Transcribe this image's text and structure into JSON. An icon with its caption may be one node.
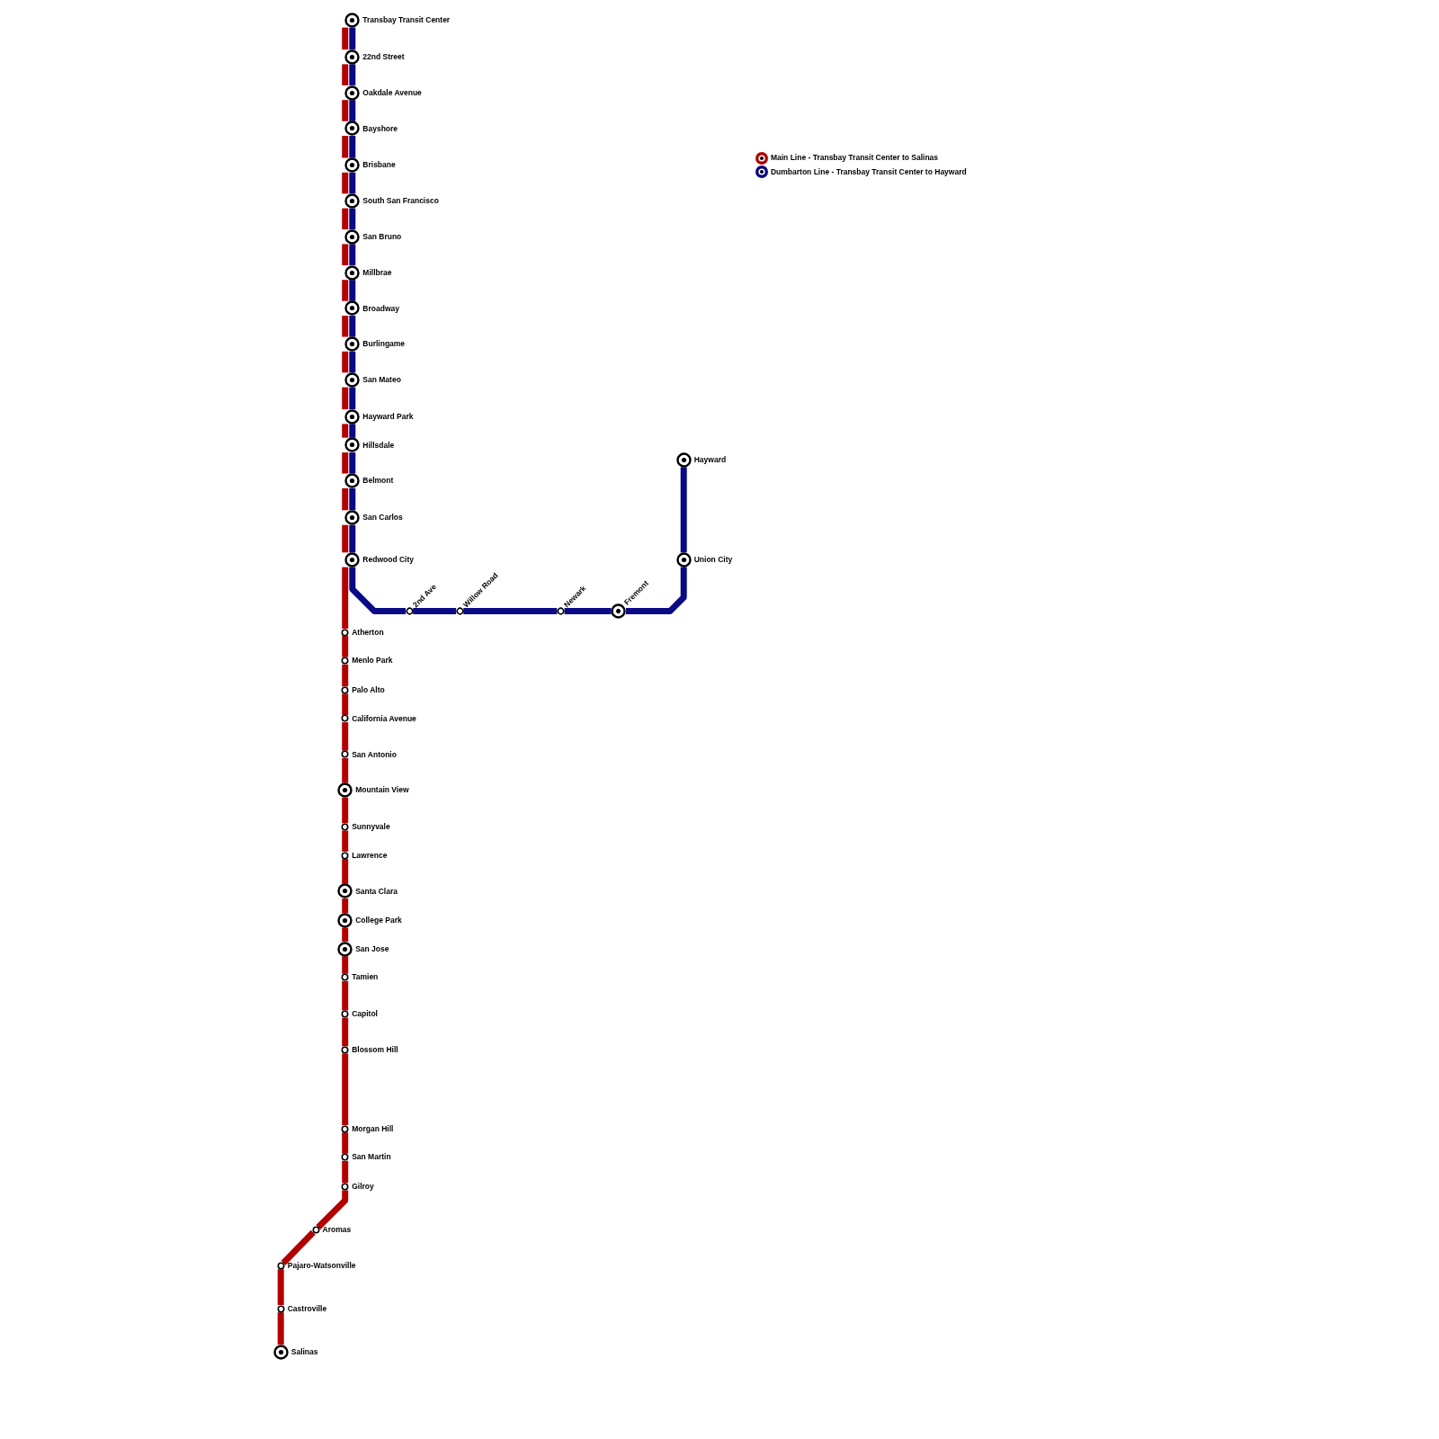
{
  "diagram": {
    "nodes": [
      {
        "text": [
          "Transbay Transit Center"
        ]
      },
      {
        "text": [
          "22nd Street"
        ]
      },
      {
        "text": [
          "Oakdale Avenue"
        ]
      },
      {
        "text": [
          "Bayshore"
        ]
      },
      {
        "text": [
          "Brisbane"
        ]
      },
      {
        "text": [
          "South San Francisco"
        ]
      },
      {
        "text": [
          "San Bruno"
        ]
      },
      {
        "text": [
          "Millbrae"
        ]
      },
      {
        "text": [
          "Broadway"
        ]
      },
      {
        "text": [
          "Burlingame"
        ]
      },
      {
        "text": [
          "San Mateo"
        ]
      },
      {
        "text": [
          "Hayward Park"
        ]
      },
      {
        "text": [
          "Hillsdale"
        ]
      },
      {
        "text": [
          "Belmont"
        ]
      },
      {
        "text": [
          "San Carlos"
        ]
      },
      {
        "text": [
          "Redwood City"
        ]
      },
      {
        "text": [
          "2nd Ave"
        ]
      },
      {
        "text": [
          "Willow Road"
        ]
      },
      {
        "text": [
          "Newark"
        ]
      },
      {
        "text": [
          "Fremont"
        ]
      },
      {
        "text": [
          "Union City"
        ]
      },
      {
        "text": [
          "Hayward"
        ]
      },
      {
        "text": [
          "Atherton"
        ]
      },
      {
        "text": [
          "Menlo Park"
        ]
      },
      {
        "text": [
          "Palo Alto"
        ]
      },
      {
        "text": [
          "California Avenue"
        ]
      },
      {
        "text": [
          "San Antonio"
        ]
      },
      {
        "text": [
          "Mountain View"
        ]
      },
      {
        "text": [
          "Sunnyvale"
        ]
      },
      {
        "text": [
          "Lawrence"
        ]
      },
      {
        "text": [
          "Santa Clara"
        ]
      },
      {
        "text": [
          "College Park"
        ]
      },
      {
        "text": [
          "San Jose"
        ]
      },
      {
        "text": [
          "Tamien"
        ]
      },
      {
        "text": [
          "Capitol"
        ]
      },
      {
        "text": [
          "Blossom Hill"
        ]
      },
      {
        "text": [
          "Morgan Hill"
        ]
      },
      {
        "text": [
          "San Martin"
        ]
      },
      {
        "text": [
          "Gilroy"
        ]
      },
      {
        "text": [
          "Aromas"
        ]
      },
      {
        "text": [
          "Pajaro-Watsonville"
        ]
      },
      {
        "text": [
          "Castroville"
        ]
      },
      {
        "text": [
          "Salinas"
        ]
      }
    ],
    "edges": [
      {
        "from": 0,
        "to": 1,
        "arrow": "none"
      },
      {
        "from": 1,
        "to": 2,
        "arrow": "none"
      },
      {
        "from": 2,
        "to": 3,
        "arrow": "none"
      },
      {
        "from": 3,
        "to": 4,
        "arrow": "none"
      },
      {
        "from": 4,
        "to": 5,
        "arrow": "none"
      },
      {
        "from": 5,
        "to": 6,
        "arrow": "none"
      },
      {
        "from": 6,
        "to": 7,
        "arrow": "none"
      },
      {
        "from": 7,
        "to": 8,
        "arrow": "none"
      },
      {
        "from": 8,
        "to": 9,
        "arrow": "none"
      },
      {
        "from": 9,
        "to": 10,
        "arrow": "none"
      },
      {
        "from": 10,
        "to": 11,
        "arrow": "none"
      },
      {
        "from": 11,
        "to": 12,
        "arrow": "none"
      },
      {
        "from": 12,
        "to": 13,
        "arrow": "none"
      },
      {
        "from": 13,
        "to": 14,
        "arrow": "none"
      },
      {
        "from": 14,
        "to": 15,
        "arrow": "none"
      },
      {
        "from": 15,
        "to": 22,
        "arrow": "none"
      },
      {
        "from": 22,
        "to": 23,
        "arrow": "none"
      },
      {
        "from": 23,
        "to": 24,
        "arrow": "none"
      },
      {
        "from": 24,
        "to": 25,
        "arrow": "none"
      },
      {
        "from": 25,
        "to": 26,
        "arrow": "none"
      },
      {
        "from": 26,
        "to": 27,
        "arrow": "none"
      },
      {
        "from": 27,
        "to": 28,
        "arrow": "none"
      },
      {
        "from": 28,
        "to": 29,
        "arrow": "none"
      },
      {
        "from": 29,
        "to": 30,
        "arrow": "none"
      },
      {
        "from": 30,
        "to": 31,
        "arrow": "none"
      },
      {
        "from": 31,
        "to": 32,
        "arrow": "none"
      },
      {
        "from": 32,
        "to": 33,
        "arrow": "none"
      },
      {
        "from": 33,
        "to": 34,
        "arrow": "none"
      },
      {
        "from": 34,
        "to": 35,
        "arrow": "none"
      },
      {
        "from": 35,
        "to": 36,
        "arrow": "none"
      },
      {
        "from": 36,
        "to": 37,
        "arrow": "none"
      },
      {
        "from": 37,
        "to": 38,
        "arrow": "none"
      },
      {
        "from": 38,
        "to": 39,
        "arrow": "none"
      },
      {
        "from": 39,
        "to": 40,
        "arrow": "none"
      },
      {
        "from": 40,
        "to": 41,
        "arrow": "none"
      },
      {
        "from": 41,
        "to": 42,
        "arrow": "none"
      },
      {
        "from": 0,
        "to": 1,
        "arrow": "none",
        "color": "#0a0a85"
      },
      {
        "from": 1,
        "to": 2,
        "arrow": "none",
        "color": "#0a0a85"
      },
      {
        "from": 2,
        "to": 3,
        "arrow": "none",
        "color": "#0a0a85"
      },
      {
        "from": 3,
        "to": 4,
        "arrow": "none",
        "color": "#0a0a85"
      },
      {
        "from": 4,
        "to": 5,
        "arrow": "none",
        "color": "#0a0a85"
      },
      {
        "from": 5,
        "to": 6,
        "arrow": "none",
        "color": "#0a0a85"
      },
      {
        "from": 6,
        "to": 7,
        "arrow": "none",
        "color": "#0a0a85"
      },
      {
        "from": 7,
        "to": 8,
        "arrow": "none",
        "color": "#0a0a85"
      },
      {
        "from": 8,
        "to": 9,
        "arrow": "none",
        "color": "#0a0a85"
      },
      {
        "from": 9,
        "to": 10,
        "arrow": "none",
        "color": "#0a0a85"
      },
      {
        "from": 10,
        "to": 11,
        "arrow": "none",
        "color": "#0a0a85"
      },
      {
        "from": 11,
        "to": 12,
        "arrow": "none",
        "color": "#0a0a85"
      },
      {
        "from": 12,
        "to": 13,
        "arrow": "none",
        "color": "#0a0a85"
      },
      {
        "from": 13,
        "to": 14,
        "arrow": "none",
        "color": "#0a0a85"
      },
      {
        "from": 14,
        "to": 15,
        "arrow": "none",
        "color": "#0a0a85"
      },
      {
        "from": 15,
        "to": 16,
        "arrow": "none",
        "color": "#0a0a85"
      },
      {
        "from": 16,
        "to": 17,
        "arrow": "none",
        "color": "#0a0a85"
      },
      {
        "from": 17,
        "to": 18,
        "arrow": "none",
        "color": "#0a0a85"
      },
      {
        "from": 18,
        "to": 19,
        "arrow": "none",
        "color": "#0a0a85"
      },
      {
        "from": 19,
        "to": 20,
        "arrow": "none",
        "color": "#0a0a85"
      },
      {
        "from": 20,
        "to": 21,
        "arrow": "none",
        "color": "#0a0a85"
      }
    ],
    "legend": [
      {
        "text": "Main Line - Transbay Transit Center to Salinas",
        "color": "#b30000"
      },
      {
        "text": "Dumbarton Line - Transbay Transit Center to Hayward",
        "color": "#0a0a85"
      }
    ]
  }
}
